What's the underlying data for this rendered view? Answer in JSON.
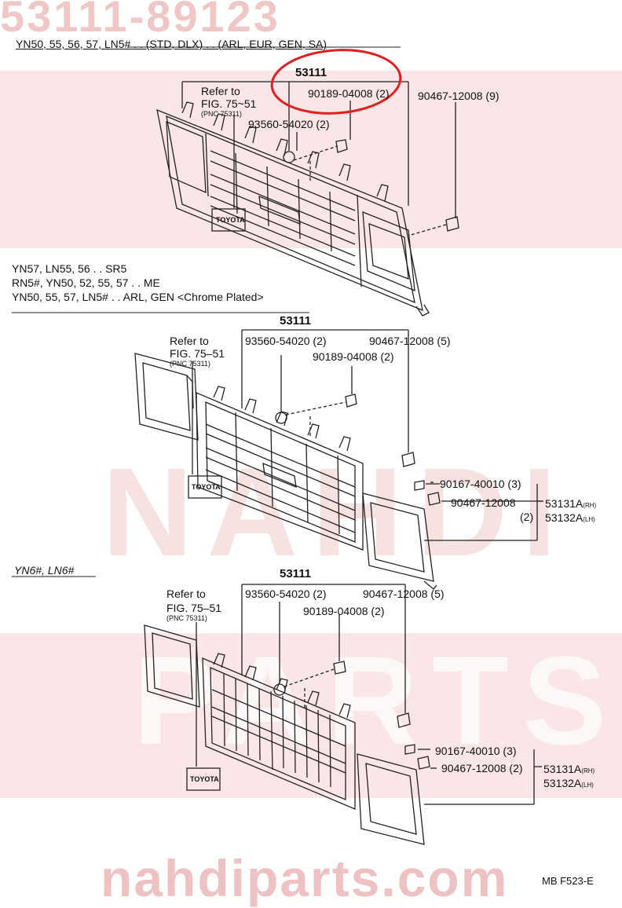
{
  "watermark": {
    "top_code": "53111-89123",
    "big_word_1": "NAHDI",
    "big_word_2": "PARTS",
    "url": "nahdiparts.com",
    "color": "#d94a4a"
  },
  "highlight_color": "#e02020",
  "section1": {
    "header": "YN50, 55, 56, 57, LN5# . . (STD, DLX) . . (ARL, EUR, GEN, SA)",
    "part_main": "53111",
    "refer_line1": "Refer to",
    "refer_line2": "FIG. 75~51",
    "refer_pnc": "(PNC 75311)",
    "p1": "90189-04008 (2)",
    "p2": "90467-12008 (9)",
    "p3": "93560-54020 (2)",
    "emblem": "TOYOTA"
  },
  "section2": {
    "header_line1": "YN57, LN55, 56 . . SR5",
    "header_line2": "RN5#, YN50, 52, 55, 57 . . ME",
    "header_line3": "YN50, 55, 57, LN5# . . ARL, GEN <Chrome Plated>",
    "part_main": "53111",
    "refer_line1": "Refer to",
    "refer_line2": "FIG. 75–51",
    "refer_pnc": "(PNC 75311)",
    "p1": "93560-54020 (2)",
    "p2": "90467-12008 (5)",
    "p3": "90189-04008 (2)",
    "p4": "90167-40010 (3)",
    "p5": "90467-12008",
    "p5_qty": "(2)",
    "p6": "53131A",
    "p6_side": "(RH)",
    "p7": "53132A",
    "p7_side": "(LH)",
    "emblem": "TOYOTA"
  },
  "section3": {
    "header": "YN6#, LN6#",
    "part_main": "53111",
    "refer_line1": "Refer to",
    "refer_line2": "FIG. 75–51",
    "refer_pnc": "(PNC 75311)",
    "p1": "93560-54020 (2)",
    "p2": "90467-12008 (5)",
    "p3": "90189-04008 (2)",
    "p4": "90167-40010 (3)",
    "p5": "90467-12008 (2)",
    "p6": "53131A",
    "p6_side": "(RH)",
    "p7": "53132A",
    "p7_side": "(LH)",
    "emblem": "TOYOTA"
  },
  "footer_code": "MB F523-E"
}
